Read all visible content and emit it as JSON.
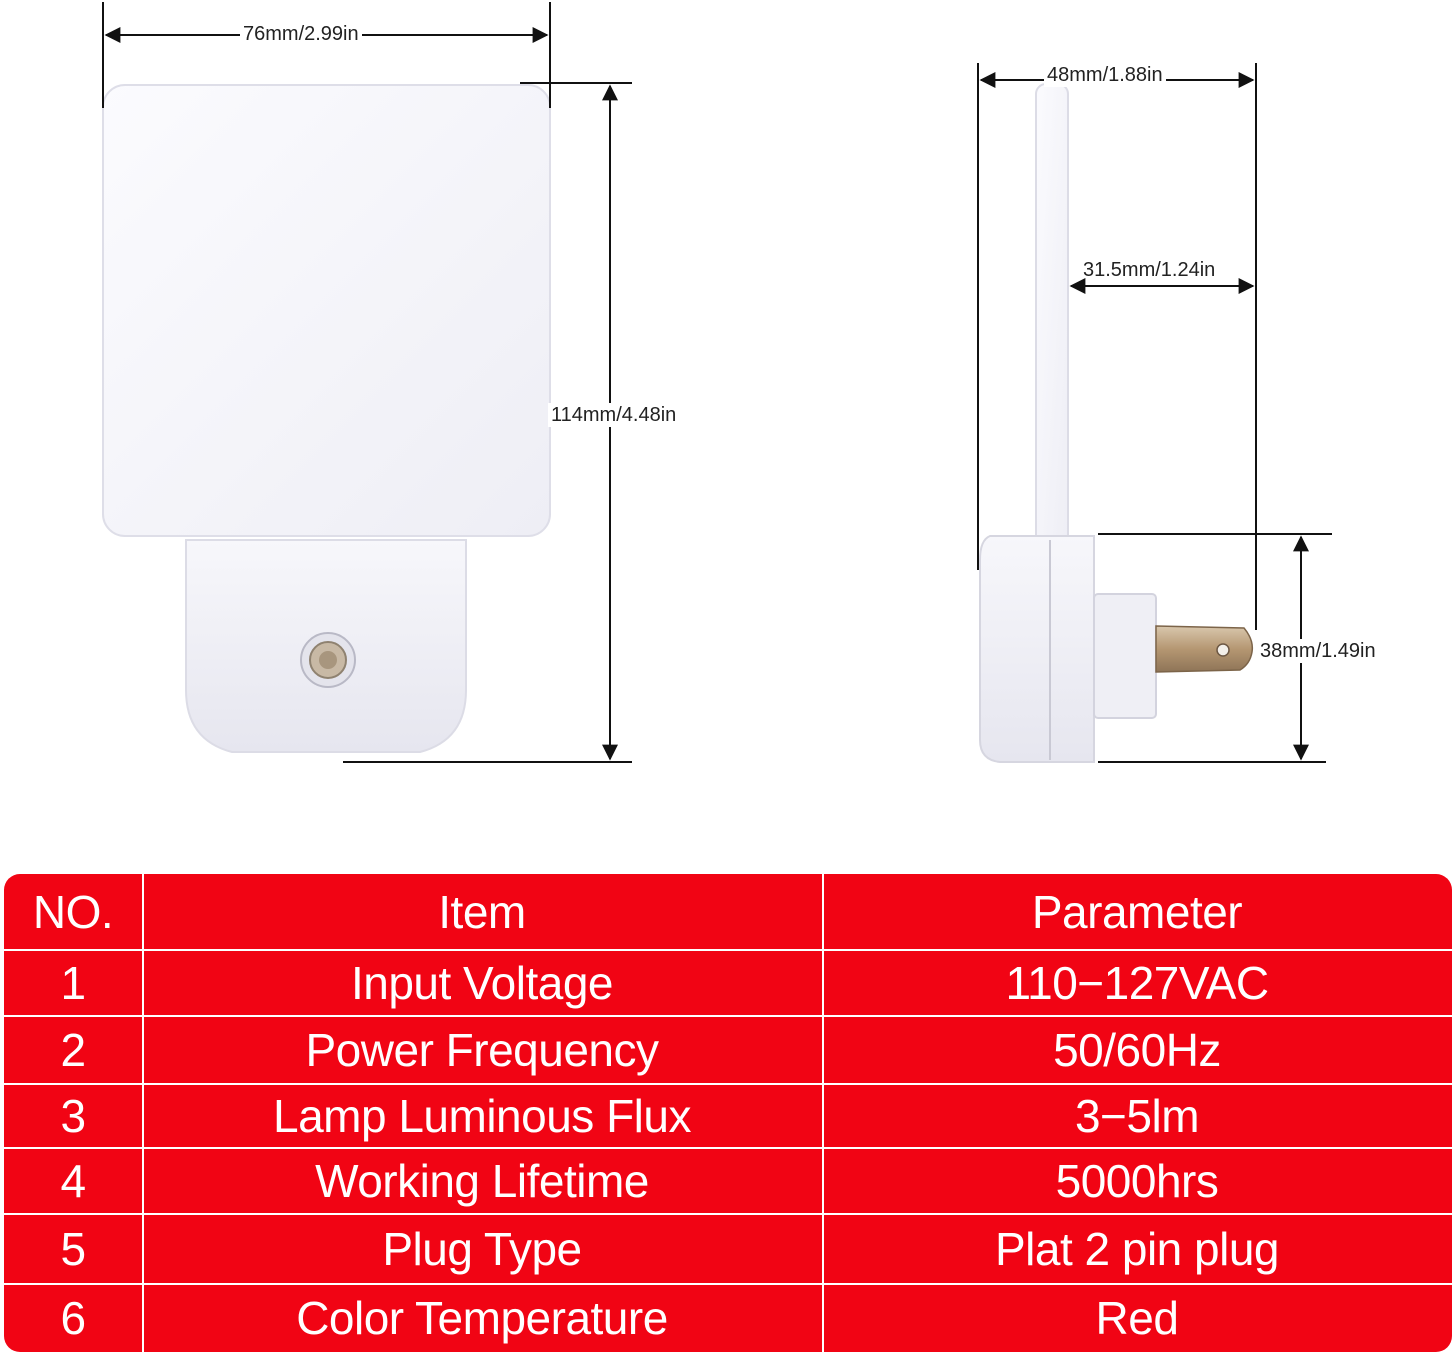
{
  "dimensions": {
    "front_width": "76mm/2.99in",
    "front_height": "114mm/4.48in",
    "side_depth": "48mm/1.88in",
    "side_plug_depth": "31.5mm/1.24in",
    "side_plug_height": "38mm/1.49in"
  },
  "table": {
    "headers": [
      "NO.",
      "Item",
      "Parameter"
    ],
    "rows": [
      [
        "1",
        "Input Voltage",
        "110−127VAC"
      ],
      [
        "2",
        "Power Frequency",
        "50/60Hz"
      ],
      [
        "3",
        "Lamp Luminous Flux",
        "3−5lm"
      ],
      [
        "4",
        "Working Lifetime",
        "5000hrs"
      ],
      [
        "5",
        "Plug Type",
        "Plat 2 pin plug"
      ],
      [
        "6",
        "Color Temperature",
        "Red"
      ]
    ]
  },
  "colors": {
    "table_background": "#f10414",
    "table_text": "#ffffff",
    "device_body": "#f6f6fa"
  }
}
